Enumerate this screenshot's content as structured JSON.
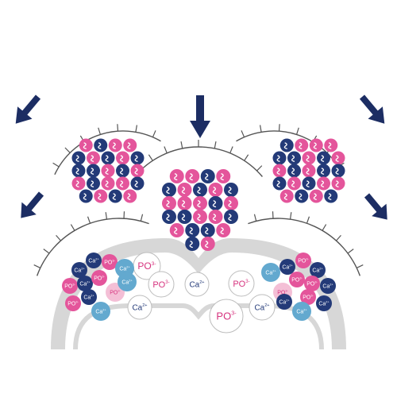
{
  "colors": {
    "navy": "#233a78",
    "pink": "#e4559b",
    "light_pink": "#f4bfd6",
    "cyan": "#63a9cf",
    "white": "#ffffff",
    "tooth_gray": "#d7d7d7",
    "line": "#555555",
    "arrow": "#1c2d63",
    "label_dark": "#233a78",
    "label_pink": "#d6337e"
  },
  "labels": {
    "phosphate": "PO",
    "phosphate_charge": "3-",
    "calcium": "Ca",
    "calcium_charge": "2+"
  },
  "icons": [
    "arrow-down-icon",
    "arrow-down-right-icon",
    "arrow-down-left-icon"
  ]
}
